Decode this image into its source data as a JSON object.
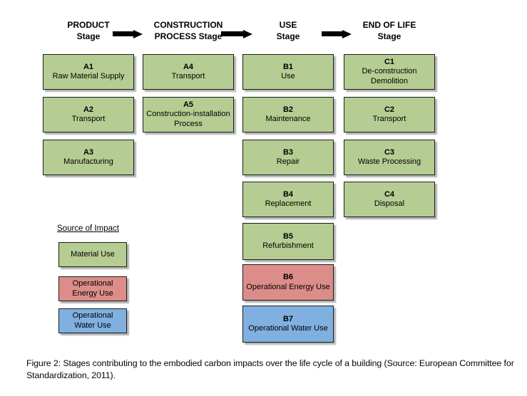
{
  "figure": {
    "stage_headers": [
      {
        "line1": "PRODUCT",
        "line2": "Stage"
      },
      {
        "line1": "CONSTRUCTION",
        "line2": "PROCESS Stage"
      },
      {
        "line1": "USE",
        "line2": "Stage"
      },
      {
        "line1": "END OF LIFE",
        "line2": "Stage"
      }
    ],
    "columns": [
      {
        "stage": "product",
        "boxes": [
          {
            "code": "A1",
            "label": "Raw Material Supply",
            "impact": "material"
          },
          {
            "code": "A2",
            "label": "Transport",
            "impact": "material"
          },
          {
            "code": "A3",
            "label": "Manufacturing",
            "impact": "material"
          }
        ]
      },
      {
        "stage": "construction-process",
        "boxes": [
          {
            "code": "A4",
            "label": "Transport",
            "impact": "material"
          },
          {
            "code": "A5",
            "label": "Construction-installation Process",
            "impact": "material"
          }
        ]
      },
      {
        "stage": "use",
        "boxes": [
          {
            "code": "B1",
            "label": "Use",
            "impact": "material"
          },
          {
            "code": "B2",
            "label": "Maintenance",
            "impact": "material"
          },
          {
            "code": "B3",
            "label": "Repair",
            "impact": "material"
          },
          {
            "code": "B4",
            "label": "Replacement",
            "impact": "material"
          },
          {
            "code": "B5",
            "label": "Refurbishment",
            "impact": "material"
          },
          {
            "code": "B6",
            "label": "Operational Energy Use",
            "impact": "energy"
          },
          {
            "code": "B7",
            "label": "Operational Water Use",
            "impact": "water"
          }
        ]
      },
      {
        "stage": "end-of-life",
        "boxes": [
          {
            "code": "C1",
            "label": "De-construction Demolition",
            "impact": "material"
          },
          {
            "code": "C2",
            "label": "Transport",
            "impact": "material"
          },
          {
            "code": "C3",
            "label": "Waste Processing",
            "impact": "material"
          },
          {
            "code": "C4",
            "label": "Disposal",
            "impact": "material"
          }
        ]
      }
    ],
    "legend": {
      "title": "Source of Impact",
      "items": [
        {
          "label": "Material Use",
          "impact": "material"
        },
        {
          "label": "Operational Energy Use",
          "impact": "energy"
        },
        {
          "label": "Operational Water Use",
          "impact": "water"
        }
      ]
    },
    "impact_colors": {
      "material": "#b5cd92",
      "energy": "#dc8d8a",
      "water": "#7fb0e0"
    }
  },
  "caption": "Figure 2: Stages contributing to the embodied carbon impacts over the life cycle of a building (Source: European Committee for Standardization, 2011)."
}
